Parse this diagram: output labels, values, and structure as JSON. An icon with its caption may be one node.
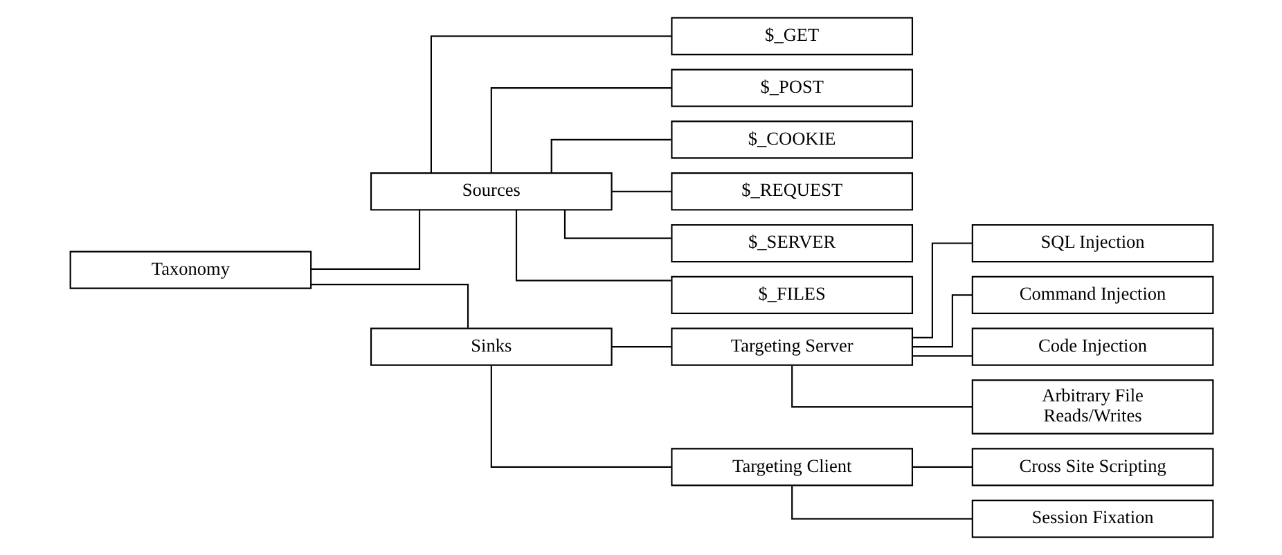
{
  "diagram": {
    "nodes": [
      {
        "text": [
          "Taxonomy"
        ]
      },
      {
        "text": [
          "Sources"
        ]
      },
      {
        "text": [
          "$_GET"
        ]
      },
      {
        "text": [
          "$_POST"
        ]
      },
      {
        "text": [
          "$_COOKIE"
        ]
      },
      {
        "text": [
          "$_REQUEST"
        ]
      },
      {
        "text": [
          "$_SERVER"
        ]
      },
      {
        "text": [
          "$_FILES"
        ]
      },
      {
        "text": [
          "Sinks"
        ]
      },
      {
        "text": [
          "Targeting Server"
        ]
      },
      {
        "text": [
          "SQL Injection"
        ]
      },
      {
        "text": [
          "Command Injection"
        ]
      },
      {
        "text": [
          "Code Injection"
        ]
      },
      {
        "text": [
          "Arbitrary File Reads/Writes"
        ]
      },
      {
        "text": [
          "Targeting Client"
        ]
      },
      {
        "text": [
          "Cross Site Scripting"
        ]
      },
      {
        "text": [
          "Session Fixation"
        ]
      }
    ],
    "edges": [
      {
        "from": 0,
        "to": 1,
        "arrow": "none"
      },
      {
        "from": 1,
        "to": 2,
        "arrow": "none"
      },
      {
        "from": 1,
        "to": 3,
        "arrow": "none"
      },
      {
        "from": 1,
        "to": 4,
        "arrow": "none"
      },
      {
        "from": 1,
        "to": 5,
        "arrow": "none"
      },
      {
        "from": 1,
        "to": 6,
        "arrow": "none"
      },
      {
        "from": 1,
        "to": 7,
        "arrow": "none"
      },
      {
        "from": 0,
        "to": 8,
        "arrow": "none"
      },
      {
        "from": 8,
        "to": 9,
        "arrow": "none"
      },
      {
        "from": 9,
        "to": 10,
        "arrow": "none"
      },
      {
        "from": 9,
        "to": 11,
        "arrow": "none"
      },
      {
        "from": 9,
        "to": 12,
        "arrow": "none"
      },
      {
        "from": 9,
        "to": 13,
        "arrow": "none"
      },
      {
        "from": 8,
        "to": 14,
        "arrow": "none"
      },
      {
        "from": 14,
        "to": 15,
        "arrow": "none"
      },
      {
        "from": 14,
        "to": 16,
        "arrow": "none"
      }
    ]
  }
}
